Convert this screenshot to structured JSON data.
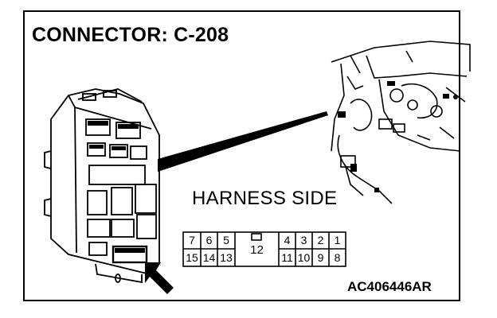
{
  "title": "CONNECTOR: C-208",
  "harness_label": "HARNESS SIDE",
  "figure_code": "AC406446AR",
  "connector": {
    "top_row_left": [
      "7",
      "6",
      "5"
    ],
    "top_row_right": [
      "4",
      "3",
      "2",
      "1"
    ],
    "bottom_row_left": [
      "15",
      "14",
      "13"
    ],
    "bottom_row_right": [
      "11",
      "10",
      "9",
      "8"
    ],
    "center_pin": "12"
  },
  "icons": {
    "pointer": "arrow-icon",
    "locator": "locator-cone-icon"
  },
  "colors": {
    "line": "#000000",
    "background": "#ffffff"
  }
}
